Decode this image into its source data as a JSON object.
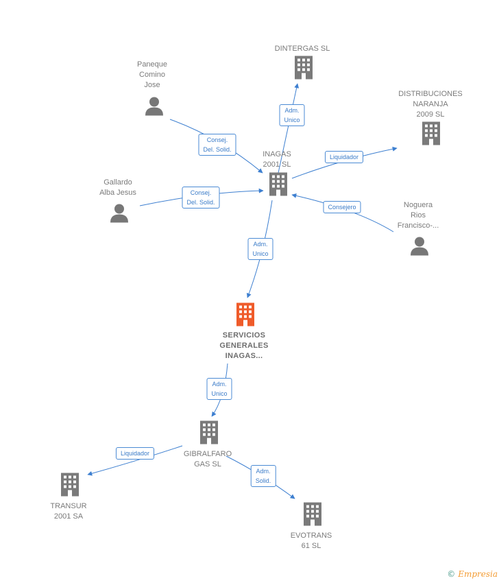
{
  "colors": {
    "edge": "#3d7fd0",
    "building": "#7a7a7a",
    "building_highlight": "#ef5b2a",
    "person": "#777777",
    "label_text": "#7a7a7a"
  },
  "nodes": {
    "dintergas": {
      "label": "DINTERGAS SL",
      "kind": "company",
      "icon": "building-icon"
    },
    "distribuciones": {
      "label": "DISTRIBUCIONES\nNARANJA\n2009 SL",
      "kind": "company",
      "icon": "building-icon"
    },
    "inagas": {
      "label": "INAGAS\n2001 SL",
      "kind": "company",
      "icon": "building-icon"
    },
    "paneque": {
      "label": "Paneque\nComino\nJose",
      "kind": "person",
      "icon": "person-icon"
    },
    "gallardo": {
      "label": "Gallardo\nAlba Jesus",
      "kind": "person",
      "icon": "person-icon"
    },
    "noguera": {
      "label": "Noguera\nRios\nFrancisco-...",
      "kind": "person",
      "icon": "person-icon"
    },
    "servicios": {
      "label": "SERVICIOS\nGENERALES\nINAGAS...",
      "kind": "company",
      "icon": "building-icon",
      "highlight": true
    },
    "gibralfaro": {
      "label": "GIBRALFARO\nGAS SL",
      "kind": "company",
      "icon": "building-icon"
    },
    "transur": {
      "label": "TRANSUR\n2001 SA",
      "kind": "company",
      "icon": "building-icon"
    },
    "evotrans": {
      "label": "EVOTRANS\n61  SL",
      "kind": "company",
      "icon": "building-icon"
    }
  },
  "edges": {
    "inagas_dintergas": {
      "label": "Adm.\nUnico"
    },
    "inagas_distribuciones": {
      "label": "Liquidador"
    },
    "paneque_inagas": {
      "label": "Consej.\nDel. Solid."
    },
    "gallardo_inagas": {
      "label": "Consej.\nDel. Solid."
    },
    "noguera_inagas": {
      "label": "Consejero"
    },
    "inagas_servicios": {
      "label": "Adm.\nUnico"
    },
    "servicios_gibralfaro": {
      "label": "Adm.\nUnico"
    },
    "gibralfaro_transur": {
      "label": "Liquidador"
    },
    "gibralfaro_evotrans": {
      "label": "Adm.\nSolid."
    }
  },
  "watermark": {
    "copyright": "©",
    "brand": "Empresia"
  }
}
